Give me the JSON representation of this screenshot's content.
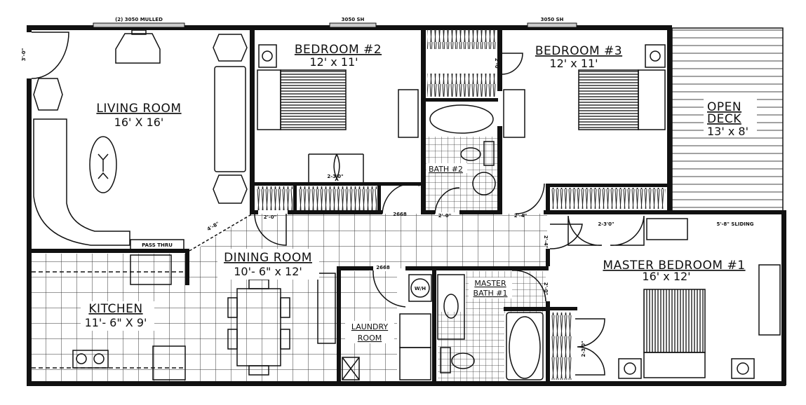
{
  "rooms": {
    "living": {
      "name": "LIVING ROOM",
      "size": "16' X 16'"
    },
    "bedroom2": {
      "name": "BEDROOM #2",
      "size": "12' x 11'"
    },
    "bedroom3": {
      "name": "BEDROOM #3",
      "size": "12' x 11'"
    },
    "deck": {
      "name1": "OPEN",
      "name2": "DECK",
      "size": "13' x 8'"
    },
    "bath2": {
      "name": "BATH #2"
    },
    "dining": {
      "name": "DINING ROOM",
      "size": "10'- 6\" x 12'"
    },
    "kitchen": {
      "name": "KITCHEN",
      "size": "11'- 6\" X 9'"
    },
    "laundry": {
      "name1": "LAUNDRY",
      "name2": "ROOM"
    },
    "master_bath": {
      "name1": "MASTER",
      "name2": "BATH #1"
    },
    "master": {
      "name": "MASTER BEDROOM #1",
      "size": "16' x 12'"
    }
  },
  "annotations": {
    "window_living": "(2) 3050 MULLED",
    "window_bed2": "3050 SH",
    "window_bed3": "3050 SH",
    "front_door": "3'-0\"",
    "bed2_closet": "2-3'0\"",
    "hall_door1": "2'-0\"",
    "bed2_door": "2668",
    "bath2_door": "2'-0\"",
    "bed3_door": "2'-4\"",
    "bed3_closet": "2'-0\"",
    "master_closet_top": "2-3'0\"",
    "sliding": "5'-8\" SLIDING",
    "master_door": "2'-4\"",
    "master_bath_door": "2'-0\"",
    "laundry_door": "2668",
    "water_heater": "W/H",
    "master_closet": "2-3'0\"",
    "pass_thru_opening": "4'-8\"",
    "pass_thru": "PASS THRU"
  }
}
